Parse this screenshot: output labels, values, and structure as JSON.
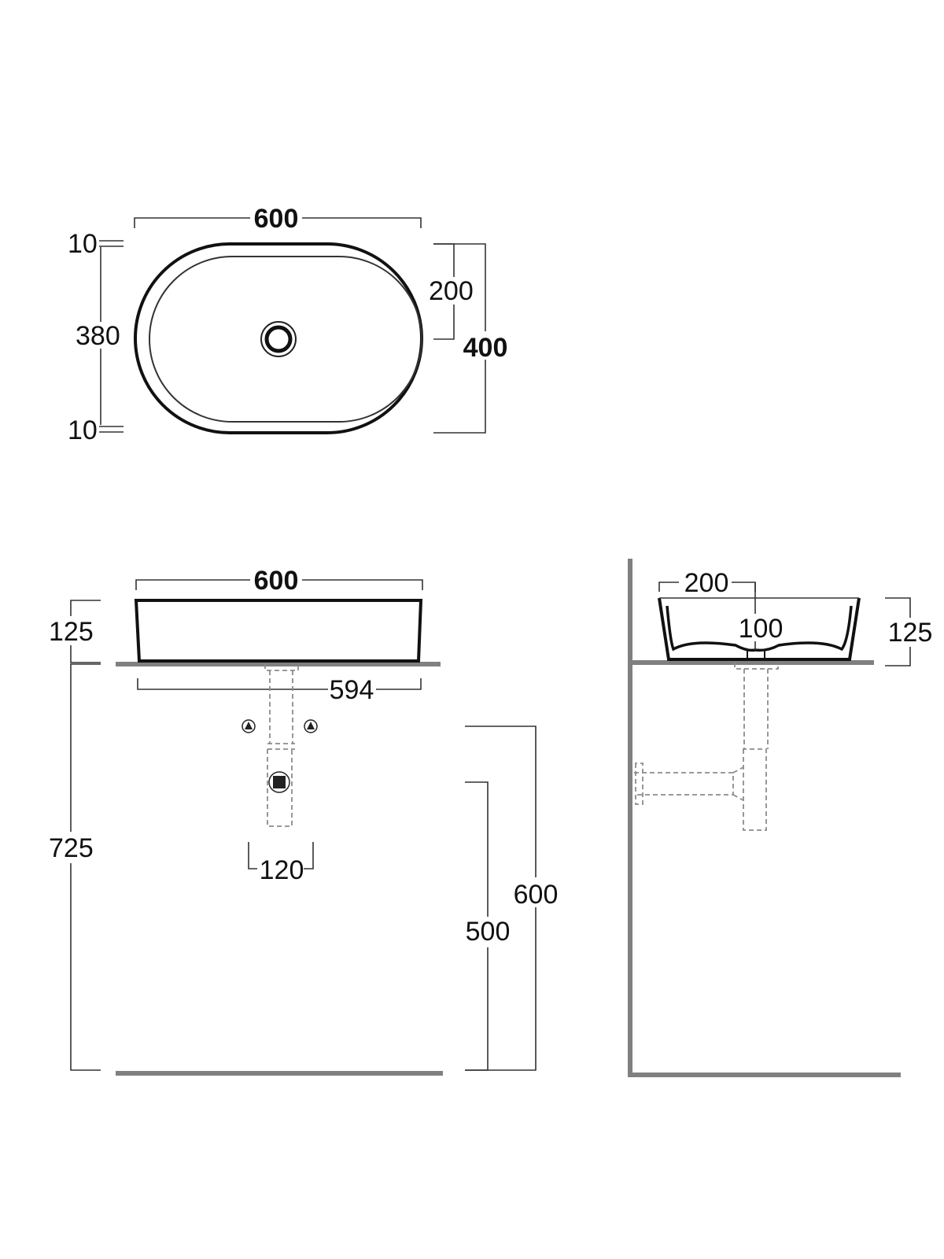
{
  "top_view": {
    "width_label": "600",
    "rim_top_label": "10",
    "inner_depth_label": "380",
    "rim_bottom_label": "10",
    "waste_offset_label": "200",
    "overall_depth_label": "400"
  },
  "front_view": {
    "width_label": "600",
    "height_label": "125",
    "base_width_label": "594",
    "install_height_label": "725",
    "supply_spacing_label": "120",
    "supply_height_label": "600",
    "waste_height_label": "500"
  },
  "side_view": {
    "depth_label": "200",
    "waste_label": "100",
    "height_label": "125"
  }
}
